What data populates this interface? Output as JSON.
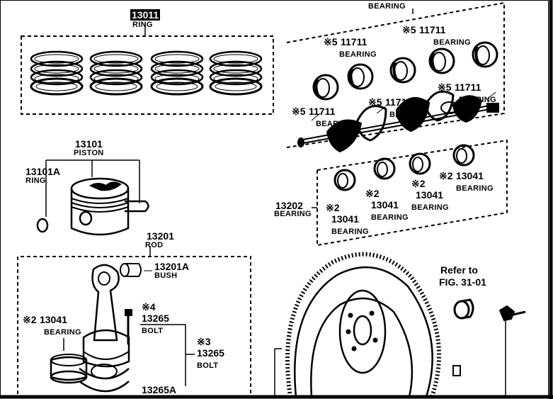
{
  "top": {
    "bearing_cut": "BEARING"
  },
  "ring_set": {
    "part_no": "13011",
    "name": "RING"
  },
  "crank_bearings": [
    {
      "mark": "※5",
      "part_no": "11711",
      "name": "BEARING"
    },
    {
      "mark": "※5",
      "part_no": "11711",
      "name": "BEARING"
    },
    {
      "mark": "※5",
      "part_no": "11711",
      "name": "BEARING"
    },
    {
      "mark": "※5",
      "part_no": "11711",
      "name": "BEARING"
    },
    {
      "mark": "※5",
      "part_no": "11711",
      "name": "BEARING"
    }
  ],
  "piston": {
    "part_no": "13101",
    "name": "PISTON"
  },
  "piston_ring": {
    "part_no": "13101A",
    "name": "RING"
  },
  "thrust_bearings": [
    {
      "mark": "※2",
      "part_no": "13041",
      "name": "BEARING"
    },
    {
      "mark": "※2",
      "part_no": "13041",
      "name": "BEARING"
    },
    {
      "mark": "※2",
      "part_no": "13041",
      "name": "BEARING"
    },
    {
      "mark": "※2",
      "part_no": "13041",
      "name": "BEARING"
    }
  ],
  "bearing_set": {
    "part_no": "13202",
    "name": "BEARING"
  },
  "rod": {
    "part_no": "13201",
    "name": "ROD"
  },
  "bush": {
    "part_no": "13201A",
    "name": "BUSH"
  },
  "rod_bolt": {
    "mark": "※4",
    "part_no": "13265",
    "name": "BOLT"
  },
  "rod_bolt_set": {
    "mark": "※3",
    "part_no": "13265",
    "name": "BOLT"
  },
  "rod_bearing": {
    "mark": "※2",
    "part_no": "13041",
    "name": "BEARING"
  },
  "cut_label": {
    "part_no": "13265A"
  },
  "refer": {
    "line1": "Refer to",
    "line2": "FIG. 31-01"
  }
}
